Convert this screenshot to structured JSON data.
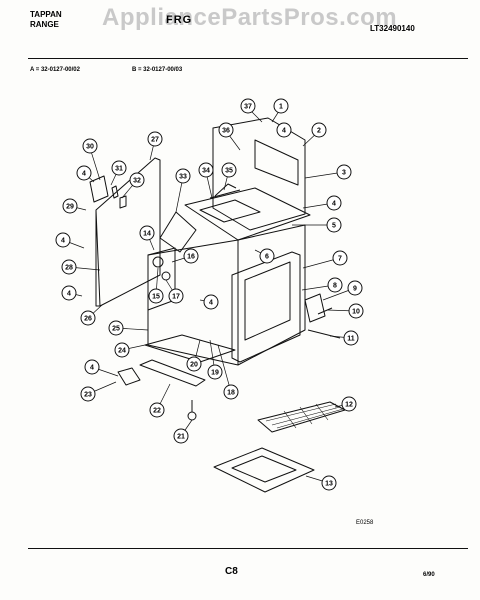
{
  "header": {
    "brand_line1": "TAPPAN",
    "brand_line2": "RANGE",
    "watermark": "AppliancePartsPros.com",
    "logo": "FRG",
    "model_code": "LT32490140"
  },
  "variants": {
    "a": "A = 32-0127-00/02",
    "b": "B = 32-0127-00/03"
  },
  "diagram": {
    "figure_code": "E0258",
    "callouts": [
      "37",
      "1",
      "2",
      "3",
      "4",
      "5",
      "6",
      "7",
      "8",
      "9",
      "10",
      "11",
      "12",
      "13",
      "14",
      "15",
      "16",
      "17",
      "18",
      "19",
      "20",
      "21",
      "22",
      "23",
      "24",
      "25",
      "26",
      "27",
      "28",
      "29",
      "30",
      "31",
      "32",
      "33",
      "34",
      "35",
      "36"
    ]
  },
  "footer": {
    "page_code": "C8",
    "date": "6/90"
  }
}
